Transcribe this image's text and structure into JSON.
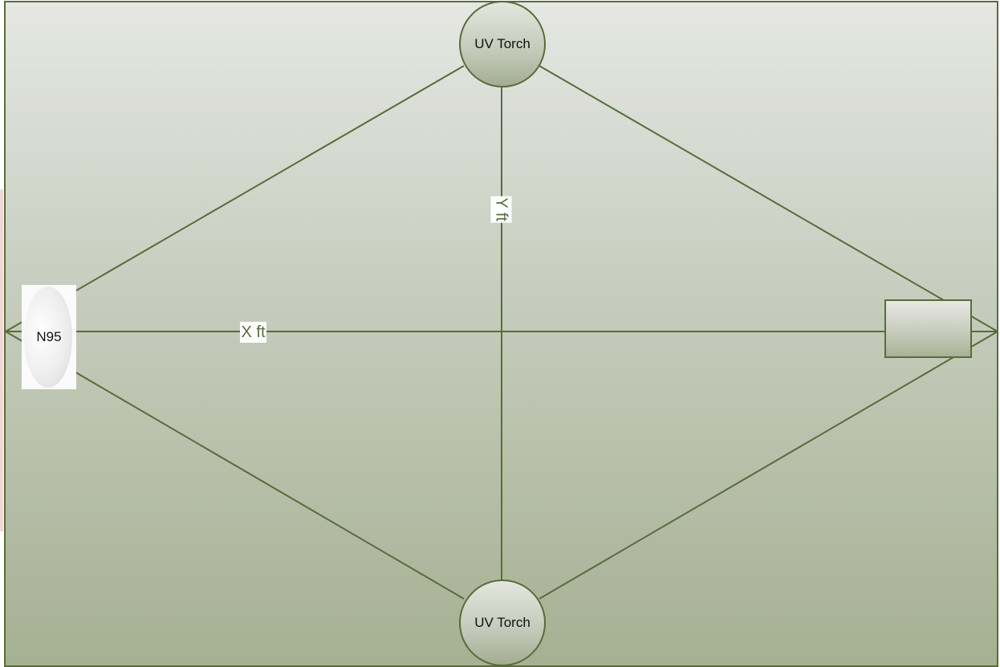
{
  "diagram": {
    "colors": {
      "line": "#5a6b3c",
      "frame": "#5a6b3c",
      "label_text": "#5a6b3c"
    },
    "top_torch": {
      "label": "UV Torch"
    },
    "bottom_torch": {
      "label": "UV Torch"
    },
    "mask": {
      "label": "N95"
    },
    "right_box": {
      "label": ""
    },
    "dimension_x": {
      "label": "X ft"
    },
    "dimension_y": {
      "label": "Y ft"
    }
  }
}
